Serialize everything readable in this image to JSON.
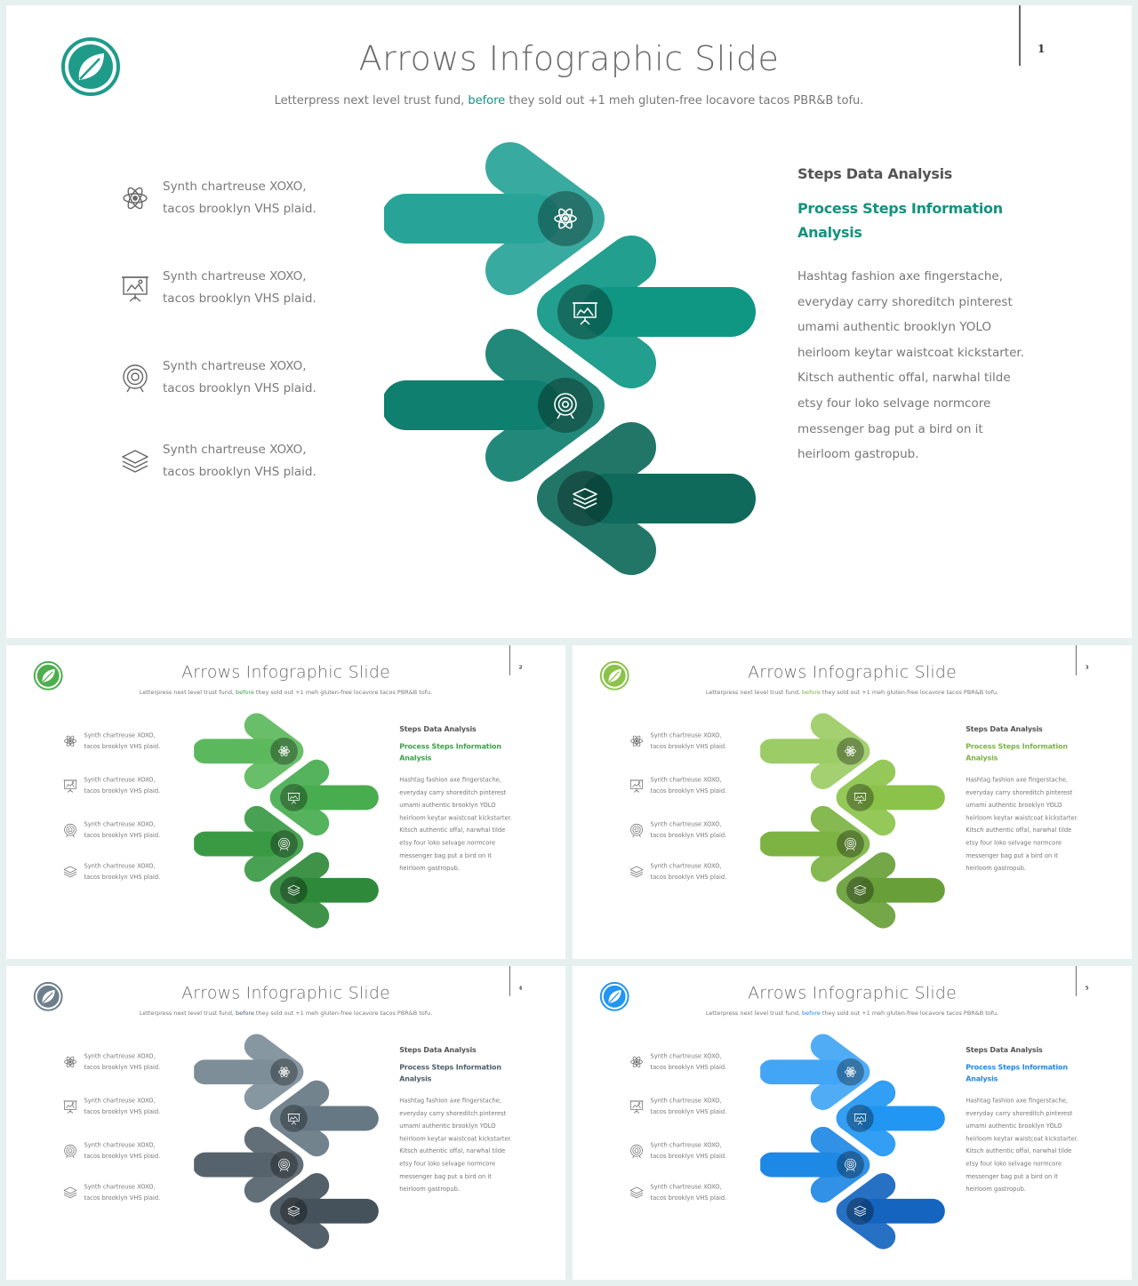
{
  "slides": [
    {
      "page_number": "1",
      "title": "Arrows Infographic Slide",
      "subtitle_before": "Letterpress next level trust fund, ",
      "subtitle_highlight": "before",
      "subtitle_after": " they sold out +1 meh gluten-free locavore tacos PBR&B tofu.",
      "bullets": [
        {
          "icon": "atom-icon",
          "line1": "Synth chartreuse XOXO,",
          "line2": "tacos brooklyn VHS plaid."
        },
        {
          "icon": "presentation-icon",
          "line1": "Synth chartreuse XOXO,",
          "line2": "tacos brooklyn VHS plaid."
        },
        {
          "icon": "target-icon",
          "line1": "Synth chartreuse XOXO,",
          "line2": "tacos brooklyn VHS plaid."
        },
        {
          "icon": "layers-icon",
          "line1": "Synth chartreuse XOXO,",
          "line2": "tacos brooklyn VHS plaid."
        }
      ],
      "heading": "Steps Data Analysis",
      "subheading_line1": "Process Steps Information",
      "subheading_line2": "Analysis",
      "body_lines": [
        "Hashtag fashion axe fingerstache,",
        "everyday carry shoreditch pinterest",
        "umami authentic brooklyn YOLO",
        "heirloom keytar waistcoat kickstarter.",
        "Kitsch authentic offal, narwhal tilde",
        "etsy four loko selvage normcore",
        "messenger bag put a bird on it",
        "heirloom gastropub."
      ],
      "colors": {
        "accent": "#13937f",
        "arrows": [
          "#28a397",
          "#0f9784",
          "#0f7f6f",
          "#0f6a5b"
        ],
        "logo": "#1f9b8a"
      }
    },
    {
      "page_number": "2",
      "title": "Arrows Infographic Slide",
      "subtitle_before": "Letterpress next level trust fund, ",
      "subtitle_highlight": "before",
      "subtitle_after": " they sold out +1 meh gluten-free locavore tacos PBR&B tofu.",
      "bullets": [
        {
          "icon": "atom-icon",
          "line1": "Synth chartreuse XOXO,",
          "line2": "tacos brooklyn VHS plaid."
        },
        {
          "icon": "presentation-icon",
          "line1": "Synth chartreuse XOXO,",
          "line2": "tacos brooklyn VHS plaid."
        },
        {
          "icon": "target-icon",
          "line1": "Synth chartreuse XOXO,",
          "line2": "tacos brooklyn VHS plaid."
        },
        {
          "icon": "layers-icon",
          "line1": "Synth chartreuse XOXO,",
          "line2": "tacos brooklyn VHS plaid."
        }
      ],
      "heading": "Steps Data Analysis",
      "subheading_line1": "Process Steps Information",
      "subheading_line2": "Analysis",
      "body_lines": [
        "Hashtag fashion axe fingerstache,",
        "everyday carry shoreditch pinterest",
        "umami authentic brooklyn YOLO",
        "heirloom keytar waistcoat kickstarter.",
        "Kitsch authentic offal, narwhal tilde",
        "etsy four loko selvage normcore",
        "messenger bag put a bird on it",
        "heirloom gastropub."
      ],
      "colors": {
        "accent": "#3aa24a",
        "arrows": [
          "#5cb85c",
          "#48ad4f",
          "#3a9a44",
          "#2e8a3a"
        ],
        "logo": "#4cae4c"
      }
    },
    {
      "page_number": "3",
      "title": "Arrows Infographic Slide",
      "subtitle_before": "Letterpress next level trust fund, ",
      "subtitle_highlight": "before",
      "subtitle_after": " they sold out +1 meh gluten-free locavore tacos PBR&B tofu.",
      "bullets": [
        {
          "icon": "atom-icon",
          "line1": "Synth chartreuse XOXO,",
          "line2": "tacos brooklyn VHS plaid."
        },
        {
          "icon": "presentation-icon",
          "line1": "Synth chartreuse XOXO,",
          "line2": "tacos brooklyn VHS plaid."
        },
        {
          "icon": "target-icon",
          "line1": "Synth chartreuse XOXO,",
          "line2": "tacos brooklyn VHS plaid."
        },
        {
          "icon": "layers-icon",
          "line1": "Synth chartreuse XOXO,",
          "line2": "tacos brooklyn VHS plaid."
        }
      ],
      "heading": "Steps Data Analysis",
      "subheading_line1": "Process Steps Information",
      "subheading_line2": "Analysis",
      "body_lines": [
        "Hashtag fashion axe fingerstache,",
        "everyday carry shoreditch pinterest",
        "umami authentic brooklyn YOLO",
        "heirloom keytar waistcoat kickstarter.",
        "Kitsch authentic offal, narwhal tilde",
        "etsy four loko selvage normcore",
        "messenger bag put a bird on it",
        "heirloom gastropub."
      ],
      "colors": {
        "accent": "#7cb342",
        "arrows": [
          "#9ccc65",
          "#8bc34a",
          "#7cb342",
          "#689f38"
        ],
        "logo": "#8bc34a"
      }
    },
    {
      "page_number": "4",
      "title": "Arrows Infographic Slide",
      "subtitle_before": "Letterpress next level trust fund, ",
      "subtitle_highlight": "before",
      "subtitle_after": " they sold out +1 meh gluten-free locavore tacos PBR&B tofu.",
      "bullets": [
        {
          "icon": "atom-icon",
          "line1": "Synth chartreuse XOXO,",
          "line2": "tacos brooklyn VHS plaid."
        },
        {
          "icon": "presentation-icon",
          "line1": "Synth chartreuse XOXO,",
          "line2": "tacos brooklyn VHS plaid."
        },
        {
          "icon": "target-icon",
          "line1": "Synth chartreuse XOXO,",
          "line2": "tacos brooklyn VHS plaid."
        },
        {
          "icon": "layers-icon",
          "line1": "Synth chartreuse XOXO,",
          "line2": "tacos brooklyn VHS plaid."
        }
      ],
      "heading": "Steps Data Analysis",
      "subheading_line1": "Process Steps Information",
      "subheading_line2": "Analysis",
      "body_lines": [
        "Hashtag fashion axe fingerstache,",
        "everyday carry shoreditch pinterest",
        "umami authentic brooklyn YOLO",
        "heirloom keytar waistcoat kickstarter.",
        "Kitsch authentic offal, narwhal tilde",
        "etsy four loko selvage normcore",
        "messenger bag put a bird on it",
        "heirloom gastropub."
      ],
      "colors": {
        "accent": "#4f5f6b",
        "arrows": [
          "#7d8e99",
          "#667884",
          "#56636d",
          "#45525c"
        ],
        "logo": "#6d7f8c"
      }
    },
    {
      "page_number": "5",
      "title": "Arrows Infographic Slide",
      "subtitle_before": "Letterpress next level trust fund, ",
      "subtitle_highlight": "before",
      "subtitle_after": " they sold out +1 meh gluten-free locavore tacos PBR&B tofu.",
      "bullets": [
        {
          "icon": "atom-icon",
          "line1": "Synth chartreuse XOXO,",
          "line2": "tacos brooklyn VHS plaid."
        },
        {
          "icon": "presentation-icon",
          "line1": "Synth chartreuse XOXO,",
          "line2": "tacos brooklyn VHS plaid."
        },
        {
          "icon": "target-icon",
          "line1": "Synth chartreuse XOXO,",
          "line2": "tacos brooklyn VHS plaid."
        },
        {
          "icon": "layers-icon",
          "line1": "Synth chartreuse XOXO,",
          "line2": "tacos brooklyn VHS plaid."
        }
      ],
      "heading": "Steps Data Analysis",
      "subheading_line1": "Process Steps Information",
      "subheading_line2": "Analysis",
      "body_lines": [
        "Hashtag fashion axe fingerstache,",
        "everyday carry shoreditch pinterest",
        "umami authentic brooklyn YOLO",
        "heirloom keytar waistcoat kickstarter.",
        "Kitsch authentic offal, narwhal tilde",
        "etsy four loko selvage normcore",
        "messenger bag put a bird on it",
        "heirloom gastropub."
      ],
      "colors": {
        "accent": "#1e88e5",
        "arrows": [
          "#42a5f5",
          "#2196f3",
          "#1e88e5",
          "#1565c0"
        ],
        "logo": "#2196f3"
      }
    }
  ]
}
